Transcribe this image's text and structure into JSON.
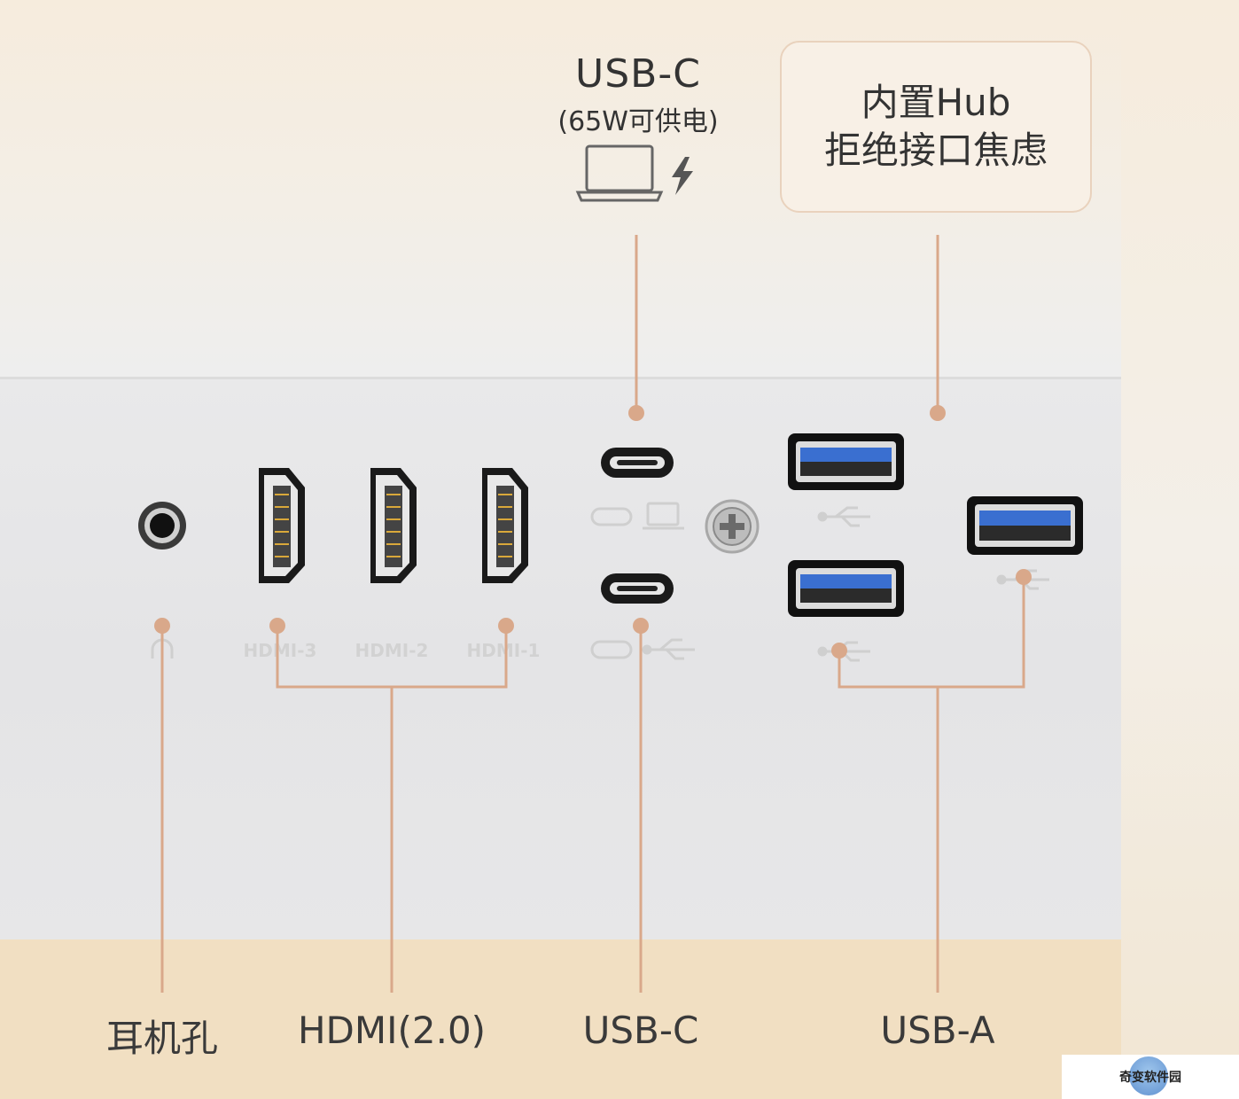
{
  "top_callout": {
    "usbc_title": "USB-C",
    "usbc_power": "(65W可供电)"
  },
  "hub_box": {
    "line1": "内置Hub",
    "line2": "拒绝接口焦虑"
  },
  "port_markings": {
    "hdmi3": "HDMI-3",
    "hdmi2": "HDMI-2",
    "hdmi1": "HDMI-1"
  },
  "bottom_labels": {
    "headphone": "耳机孔",
    "hdmi": "HDMI(2.0)",
    "usbc": "USB-C",
    "usba": "USB-A"
  },
  "watermark": "奇变软件园",
  "colors": {
    "leader_line": "#d9a88a",
    "usb_blue": "#3a6fd0",
    "label_text": "#3a3a3a"
  }
}
